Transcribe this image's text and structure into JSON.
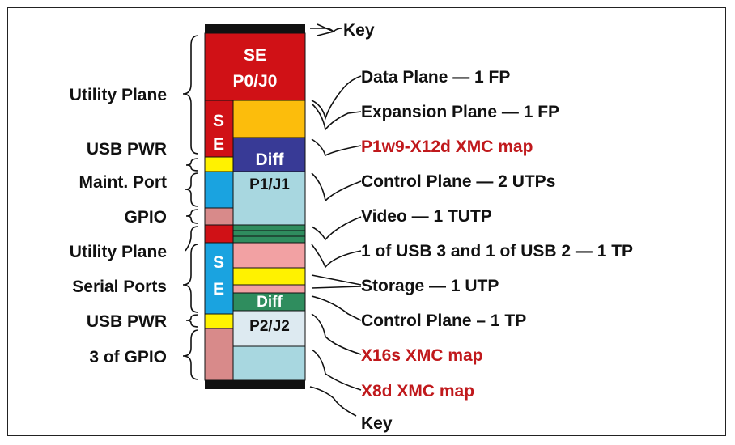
{
  "colors": {
    "red": "#d01116",
    "orange": "#fcbd0c",
    "navy": "#383a96",
    "light_blue": "#a8d7e0",
    "cyan": "#1aa3e0",
    "pink": "#f2a1a3",
    "yellow": "#fff200",
    "green": "#2f8d5e",
    "dusty_pink": "#d88a8a",
    "black": "#111111",
    "label_red": "#c0191c"
  },
  "connector": {
    "p0_se": "SE",
    "p0_name": "P0/J0",
    "se_upper_s": "S",
    "se_upper_e": "E",
    "diff_upper": "Diff",
    "p1_name": "P1/J1",
    "se_lower_s": "S",
    "se_lower_e": "E",
    "diff_lower": "Diff",
    "p2_name": "P2/J2"
  },
  "left_labels": {
    "utility_plane_1": "Utility Plane",
    "usb_pwr_1": "USB PWR",
    "maint_port": "Maint. Port",
    "gpio": "GPIO",
    "utility_plane_2": "Utility Plane",
    "serial_ports": "Serial Ports",
    "usb_pwr_2": "USB PWR",
    "gpio_3": "3 of GPIO"
  },
  "right_labels": {
    "key_top": "Key",
    "data_plane": "Data Plane — 1 FP",
    "expansion_plane": "Expansion Plane — 1 FP",
    "p1w9_map": "P1w9-X12d XMC map",
    "control_plane_2": "Control Plane — 2 UTPs",
    "video": "Video — 1 TUTP",
    "usb": "1 of USB 3 and 1 of USB 2 — 1 TP",
    "storage": "Storage — 1 UTP",
    "control_plane_1": "Control Plane – 1 TP",
    "x16s_map": "X16s XMC map",
    "x8d_map": "X8d XMC map",
    "key_bottom": "Key"
  }
}
